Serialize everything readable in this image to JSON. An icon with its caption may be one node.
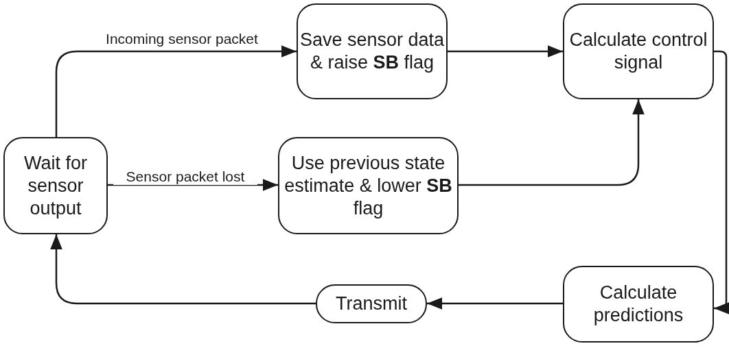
{
  "diagram": {
    "nodes": [
      {
        "text": [
          "Wait for sensor output"
        ]
      },
      {
        "text": [
          "Save sensor data & raise **SB** flag"
        ]
      },
      {
        "text": [
          "Calculate control signal"
        ]
      },
      {
        "text": [
          "Use previous state estimate & lower **SB** flag"
        ]
      },
      {
        "text": [
          "Calculate predictions"
        ]
      },
      {
        "text": [
          "Transmit"
        ]
      }
    ],
    "edges": [
      {
        "from": 0,
        "to": 1,
        "arrow": "to",
        "label": "Incoming sensor packet"
      },
      {
        "from": 0,
        "to": 3,
        "arrow": "to",
        "label": "Sensor packet lost"
      },
      {
        "from": 1,
        "to": 2,
        "arrow": "to"
      },
      {
        "from": 3,
        "to": 2,
        "arrow": "to"
      },
      {
        "from": 2,
        "to": 4,
        "arrow": "to"
      },
      {
        "from": 4,
        "to": 5,
        "arrow": "to"
      },
      {
        "from": 5,
        "to": 0,
        "arrow": "to"
      }
    ]
  }
}
